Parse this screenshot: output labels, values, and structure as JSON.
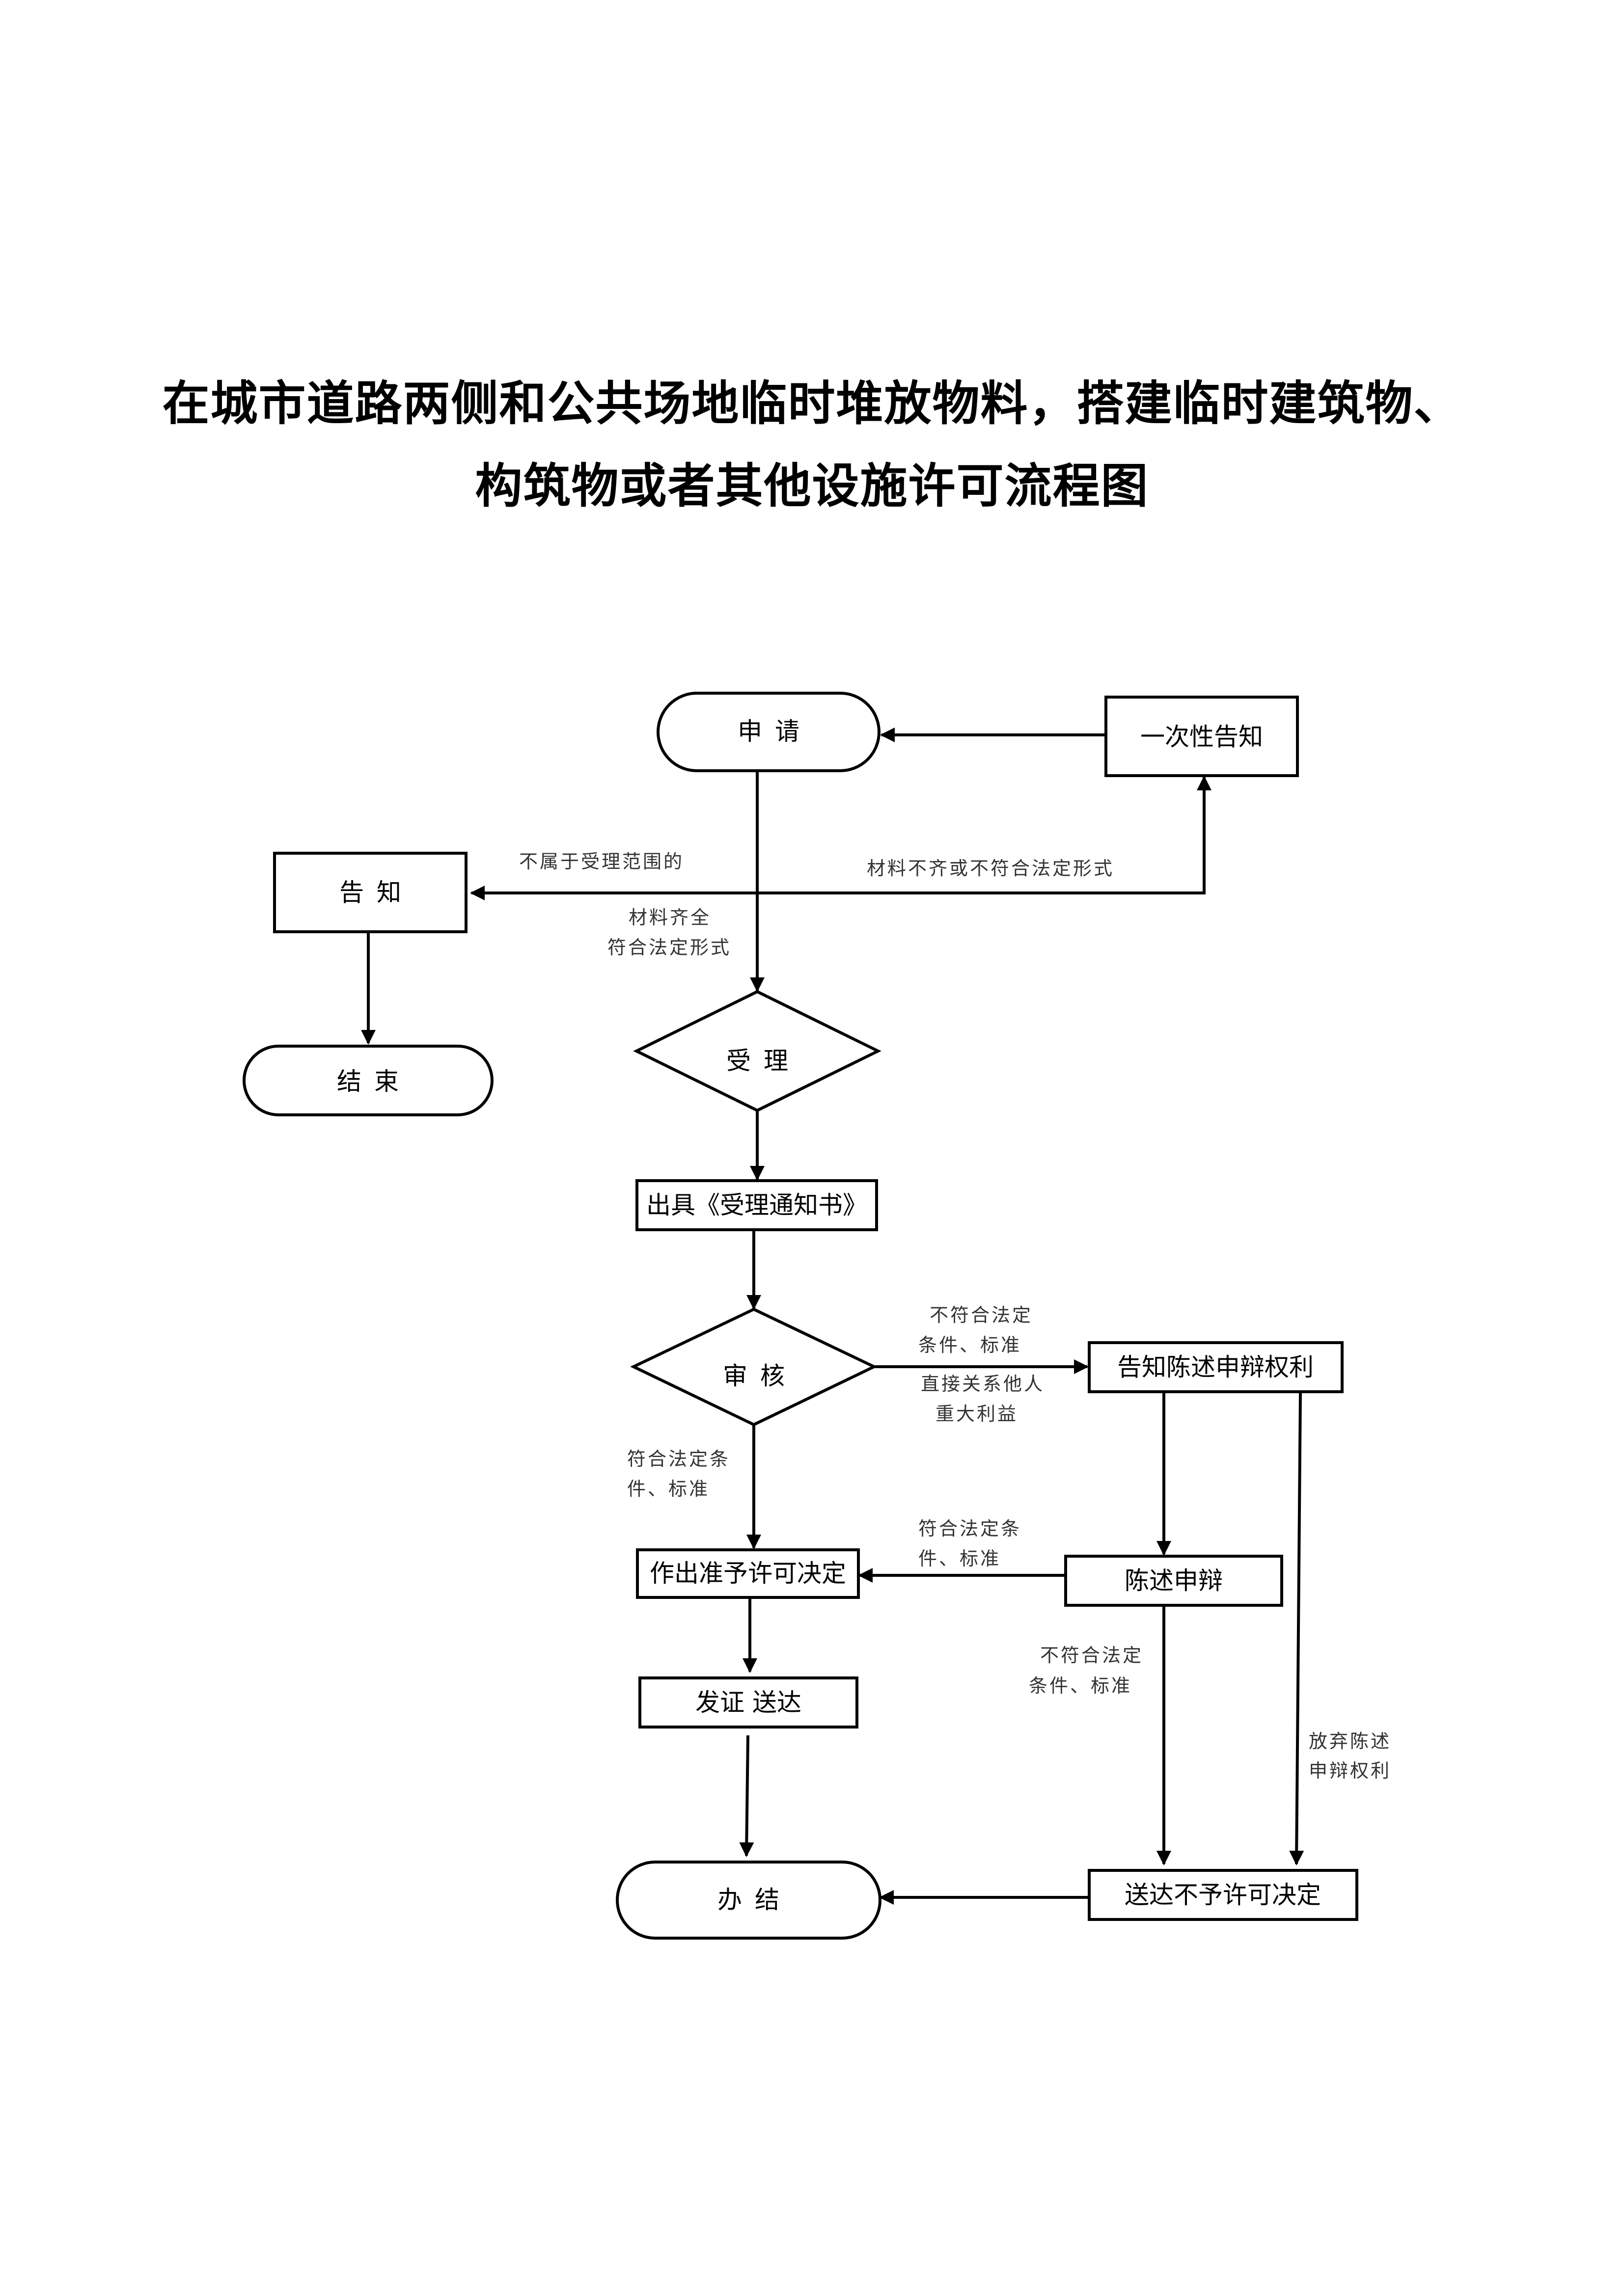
{
  "title": {
    "line1": "在城市道路两侧和公共场地临时堆放物料，搭建临时建筑物、",
    "line2": "构筑物或者其他设施许可流程图"
  },
  "nodes": {
    "apply": "申请",
    "one_time_notice": "一次性告知",
    "notify": "告知",
    "end": "结束",
    "accept": "受理",
    "issue_notice": "出具《受理通知书》",
    "review": "审核",
    "notify_statement_rights": "告知陈述申辩权利",
    "make_permit_decision": "作出准予许可决定",
    "statement_defense": "陈述申辩",
    "issue_deliver": "发证 送达",
    "deliver_rejection": "送达不予许可决定",
    "completed": "办结"
  },
  "edge_labels": {
    "out_of_scope": "不属于受理范围的",
    "incomplete_materials": "材料不齐或不符合法定形式",
    "complete_materials_1": "材料齐全",
    "complete_materials_2": "符合法定形式",
    "not_meet_1": "不符合法定",
    "not_meet_2": "条件、标准",
    "third_party_1": "直接关系他人",
    "third_party_2": "重大利益",
    "meets_1": "符合法定条",
    "meets_2": "件、标准",
    "meets_after_defense_1": "符合法定条",
    "meets_after_defense_2": "件、标准",
    "not_meet_after_defense_1": "不符合法定",
    "not_meet_after_defense_2": "条件、标准",
    "waive_rights_1": "放弃陈述",
    "waive_rights_2": "申辩权利"
  }
}
